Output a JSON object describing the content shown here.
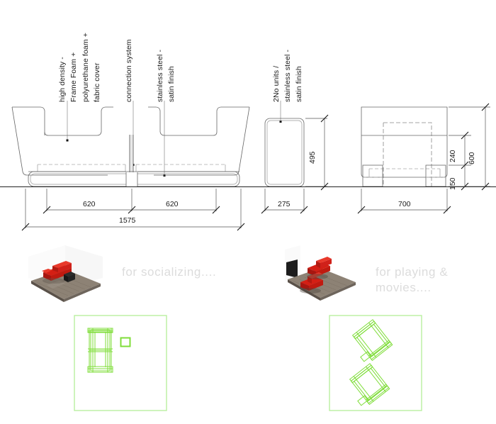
{
  "sheet": {
    "title": "Furniture Technical Drawing Sheet",
    "background_color": "#ffffff",
    "line_color": "#555555",
    "text_color": "#1a1a1a",
    "caption_color": "#dcdcdc",
    "plan_color": "#7fdd3a"
  },
  "annotations": [
    {
      "id": "frame-foam",
      "text": "high density - Frame Foam +",
      "lines": [
        "high density -",
        "Frame Foam +"
      ]
    },
    {
      "id": "fabric-cover",
      "text": "polyurethane foam + fabric cover",
      "lines": [
        "polyurethane foam +",
        "fabric cover"
      ]
    },
    {
      "id": "connection-system",
      "text": "connection system",
      "lines": [
        "connection system"
      ]
    },
    {
      "id": "stainless-steel-front",
      "text": "stainless steel - satin finish",
      "lines": [
        "stainless steel -",
        "satin finish"
      ]
    },
    {
      "id": "side-units",
      "text": "2No units / stainless steel - satin finish",
      "lines": [
        "2No units /",
        "stainless steel -",
        "satin finish"
      ]
    }
  ],
  "annotation_labels": {
    "high_density": "high density -",
    "frame_foam": "Frame Foam +",
    "polyurethane": "polyurethane foam +",
    "fabric_cover": "fabric cover",
    "connection_system": "connection system",
    "stainless_steel": "stainless steel -",
    "satin_finish": "satin finish",
    "two_no_units": "2No units /",
    "stainless_steel_2": "stainless steel -",
    "satin_finish_2": "satin finish"
  },
  "dimensions": {
    "front_left_seat": "620",
    "front_right_seat": "620",
    "front_overall": "1575",
    "side_height": "495",
    "side_depth": "275",
    "rear_width": "700",
    "rear_back_height": "240",
    "rear_leg_height": "150",
    "rear_overall_height": "600"
  },
  "captions": {
    "socializing": "for socializing....",
    "playing_line1": "for playing &",
    "playing_line2": "movies...."
  },
  "views": {
    "front_elevation": "front-elevation",
    "side_elevation": "side-elevation",
    "rear_elevation": "rear-elevation",
    "render_socializing": "render-socializing",
    "render_playing": "render-playing",
    "plan_socializing": "plan-socializing",
    "plan_playing": "plan-playing"
  }
}
